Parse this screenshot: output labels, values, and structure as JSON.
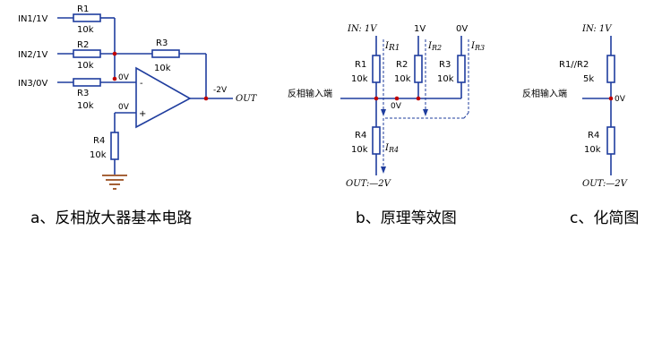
{
  "panel_a": {
    "inputs": [
      "IN1/1V",
      "IN2/1V",
      "IN3/0V"
    ],
    "resistors": {
      "r1": {
        "name": "R1",
        "value": "10k"
      },
      "r2": {
        "name": "R2",
        "value": "10k"
      },
      "r3_in": {
        "name": "R3",
        "value": "10k"
      },
      "r3_fb": {
        "name": "R3",
        "value": "10k"
      },
      "r4": {
        "name": "R4",
        "value": "10k"
      }
    },
    "node_minus": "0V",
    "node_plus": "0V",
    "opamp_minus": "-",
    "opamp_plus": "+",
    "output_value": "-2V",
    "output_label": "OUT",
    "caption": "a、反相放大器基本电路"
  },
  "panel_b": {
    "top_labels": {
      "in": "IN: 1V",
      "v2": "1V",
      "v3": "0V"
    },
    "currents": {
      "ir1": "I",
      "ir1_sub": "R1",
      "ir2": "I",
      "ir2_sub": "R2",
      "ir3": "I",
      "ir3_sub": "R3",
      "ir4": "I",
      "ir4_sub": "R4"
    },
    "resistors": {
      "r1": {
        "name": "R1",
        "value": "10k"
      },
      "r2": {
        "name": "R2",
        "value": "10k"
      },
      "r3": {
        "name": "R3",
        "value": "10k"
      },
      "r4": {
        "name": "R4",
        "value": "10k"
      }
    },
    "node_label": "反相输入端",
    "node_value": "0V",
    "out_label": "OUT:—2V",
    "caption": "b、原理等效图"
  },
  "panel_c": {
    "top_label": "IN: 1V",
    "r12": {
      "name": "R1//R2",
      "value": "5k"
    },
    "r4": {
      "name": "R4",
      "value": "10k"
    },
    "node_label": "反相输入端",
    "node_value": "0V",
    "out_label": "OUT:—2V",
    "caption": "c、化简图"
  }
}
